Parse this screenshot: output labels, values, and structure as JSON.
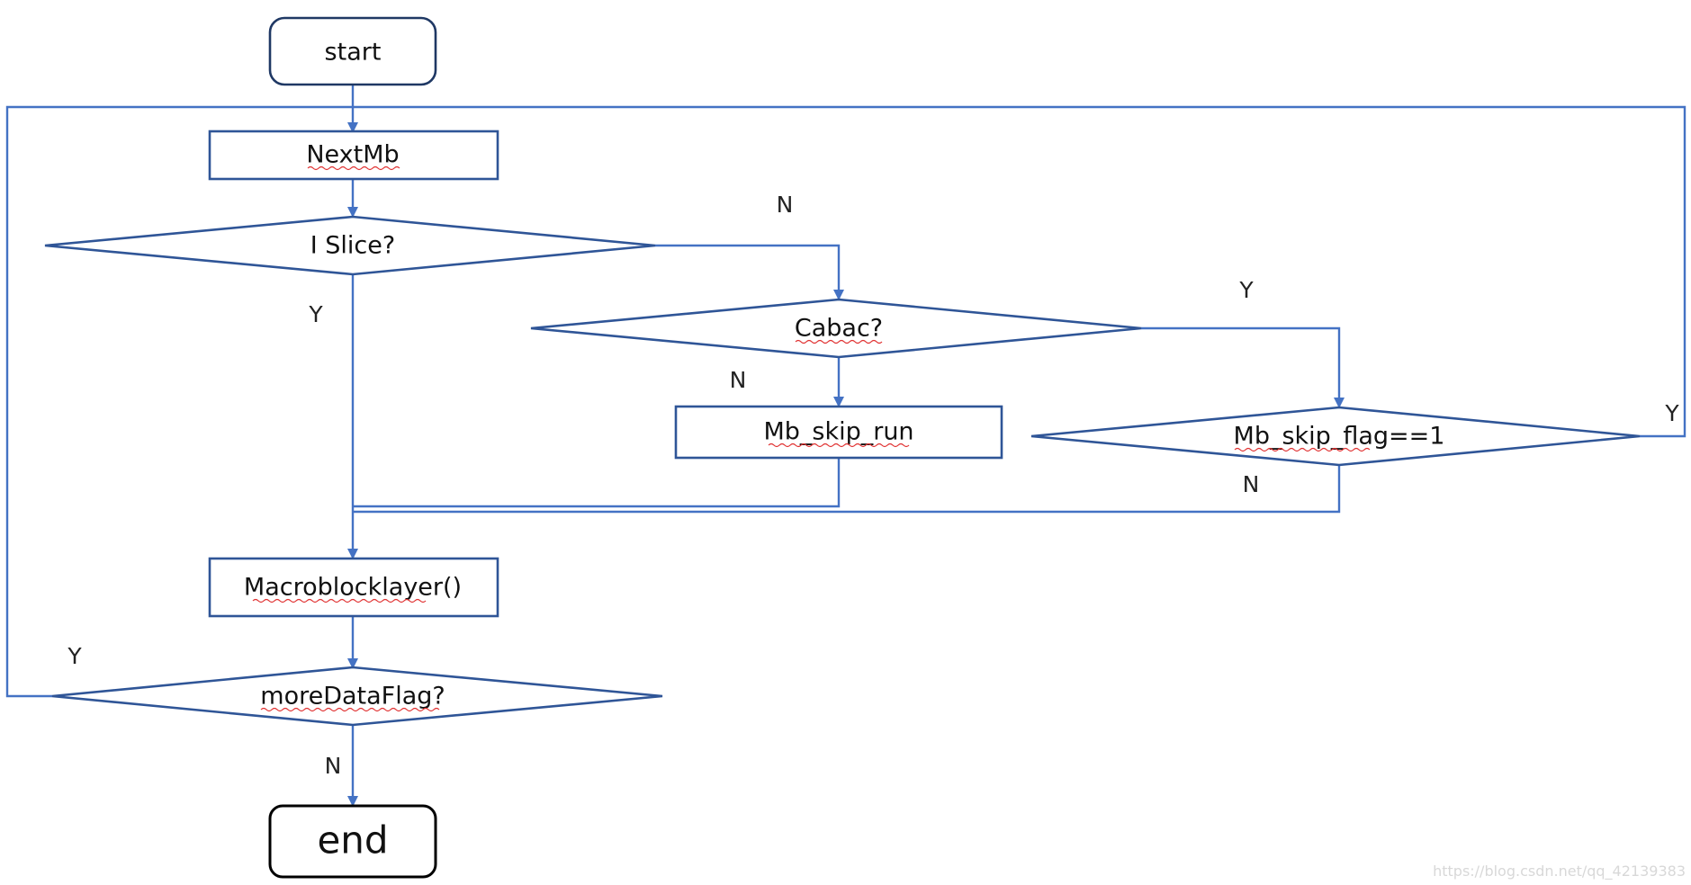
{
  "colors": {
    "line": "#4472c4",
    "node_border": "#2f5597",
    "terminal_border": "#1f3864",
    "text": "#111111",
    "spell_underline": "#e03030"
  },
  "nodes": {
    "start": "start",
    "next_mb": "NextMb",
    "i_slice": "I Slice?",
    "cabac": "Cabac?",
    "mb_skip_run": "Mb_skip_run",
    "mb_skip_flag": "Mb_skip_flag==1",
    "macroblock_layer": "Macroblocklayer()",
    "more_data_flag": "moreDataFlag?",
    "end": "end"
  },
  "edge_labels": {
    "i_slice_no": "N",
    "i_slice_yes": "Y",
    "cabac_yes": "Y",
    "cabac_no": "N",
    "skip_flag_yes": "Y",
    "skip_flag_no": "N",
    "more_data_yes": "Y",
    "more_data_no": "N"
  },
  "watermark": "https://blog.csdn.net/qq_42139383"
}
